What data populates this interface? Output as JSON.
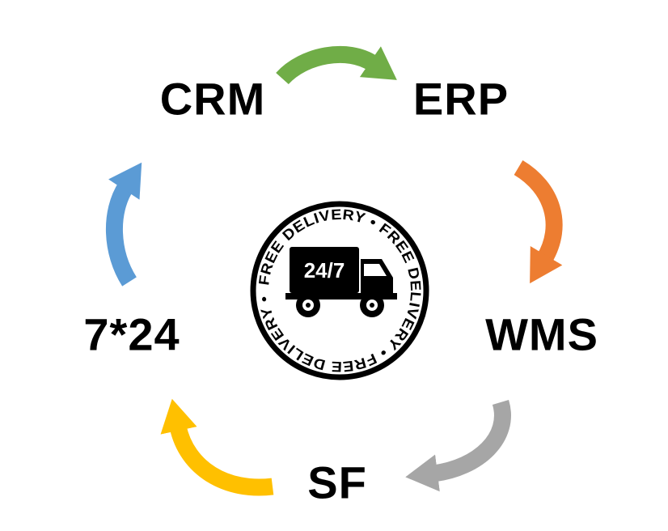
{
  "diagram": {
    "type": "cycle",
    "nodes": [
      {
        "id": "crm",
        "label": "CRM"
      },
      {
        "id": "erp",
        "label": "ERP"
      },
      {
        "id": "wms",
        "label": "WMS"
      },
      {
        "id": "sf",
        "label": "SF"
      },
      {
        "id": "support",
        "label": "7*24"
      }
    ],
    "arrows": [
      {
        "from": "CRM",
        "to": "ERP",
        "color": "#70AD47"
      },
      {
        "from": "ERP",
        "to": "WMS",
        "color": "#ED7D31"
      },
      {
        "from": "WMS",
        "to": "SF",
        "color": "#A6A6A6"
      },
      {
        "from": "SF",
        "to": "7*24",
        "color": "#FFC000"
      },
      {
        "from": "7*24",
        "to": "CRM",
        "color": "#5B9BD5"
      }
    ]
  },
  "badge": {
    "ring_text": "FREE DELIVERY • FREE DELIVERY • FREE DELIVERY •",
    "truck_label": "24/7",
    "ink_color": "#000000",
    "background": "#FFFFFF"
  }
}
